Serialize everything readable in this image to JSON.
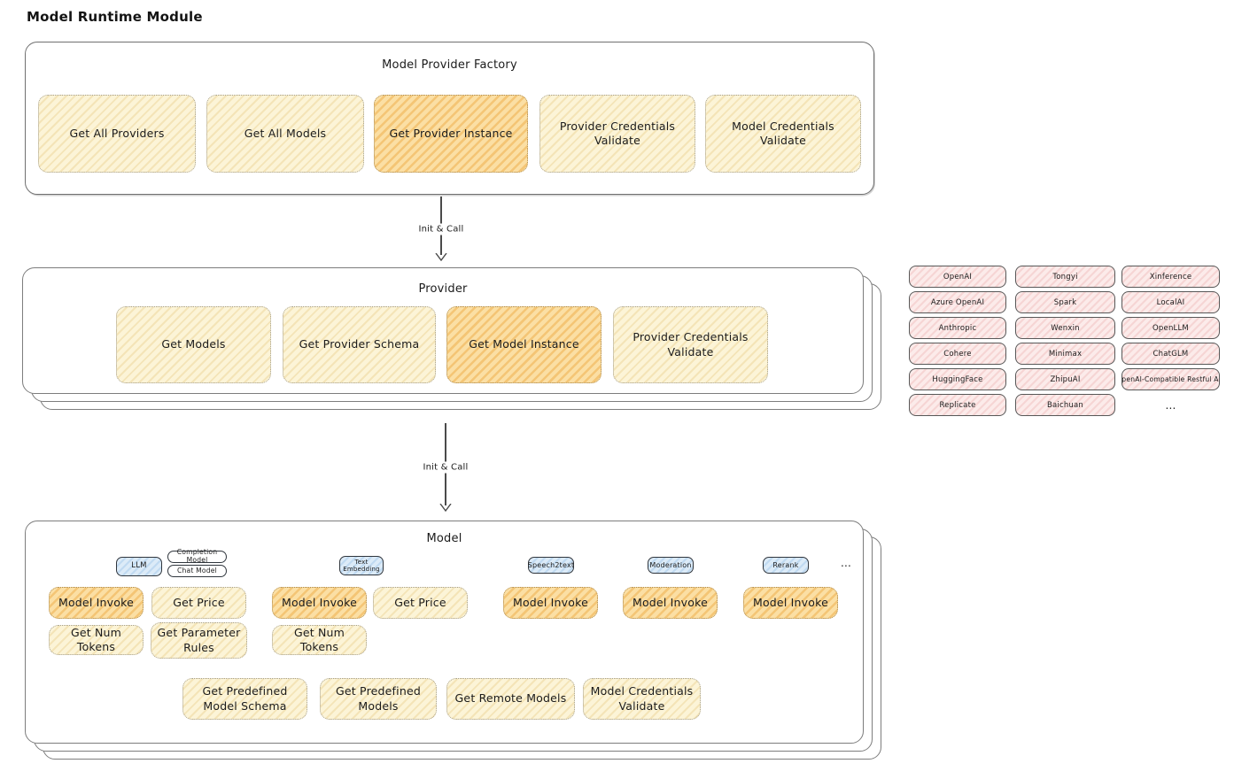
{
  "page": {
    "title": "Model Runtime Module"
  },
  "colors": {
    "cream_fill": "#fcf4d7",
    "orange_fill": "#fbdfa4",
    "blue_tag_fill": "#dcebf8",
    "pink_fill": "#fcebea",
    "box_border": "#707070",
    "text": "#1f1f1f"
  },
  "flow": {
    "label1": "Init & Call",
    "label2": "Init & Call"
  },
  "factory": {
    "title": "Model Provider Factory",
    "buttons": [
      {
        "label": "Get All Providers"
      },
      {
        "label": "Get All Models"
      },
      {
        "label": "Get Provider Instance"
      },
      {
        "label": "Provider Credentials Validate"
      },
      {
        "label": "Model Credentials Validate"
      }
    ]
  },
  "provider": {
    "title": "Provider",
    "buttons": [
      {
        "label": "Get Models"
      },
      {
        "label": "Get Provider Schema"
      },
      {
        "label": "Get Model Instance"
      },
      {
        "label": "Provider Credentials Validate"
      }
    ]
  },
  "providers_grid": {
    "col1": [
      "OpenAI",
      "Azure OpenAI",
      "Anthropic",
      "Cohere",
      "HuggingFace",
      "Replicate"
    ],
    "col2": [
      "Tongyi",
      "Spark",
      "Wenxin",
      "Minimax",
      "ZhipuAI",
      "Baichuan"
    ],
    "col3": [
      "Xinference",
      "LocalAI",
      "OpenLLM",
      "ChatGLM",
      "OpenAI-Compatible Restful API"
    ],
    "more": "..."
  },
  "model": {
    "title": "Model",
    "tags": {
      "llm": "LLM",
      "completion": "Completion Model",
      "chat": "Chat Model",
      "text_embedding": "Text Embedding",
      "speech2text": "Speech2text",
      "moderation": "Moderation",
      "rerank": "Rerank",
      "more": "..."
    },
    "llm_ops": {
      "invoke": "Model Invoke",
      "price": "Get Price",
      "num_tokens": "Get Num Tokens",
      "param_rules": "Get Parameter Rules"
    },
    "embedding_ops": {
      "invoke": "Model Invoke",
      "price": "Get Price",
      "num_tokens": "Get Num Tokens"
    },
    "speech2text_ops": {
      "invoke": "Model Invoke"
    },
    "moderation_ops": {
      "invoke": "Model Invoke"
    },
    "rerank_ops": {
      "invoke": "Model Invoke"
    },
    "common_ops": {
      "predefined_schema": "Get Predefined Model Schema",
      "predefined_models": "Get Predefined Models",
      "remote_models": "Get Remote Models",
      "credentials_validate": "Model Credentials Validate"
    }
  }
}
